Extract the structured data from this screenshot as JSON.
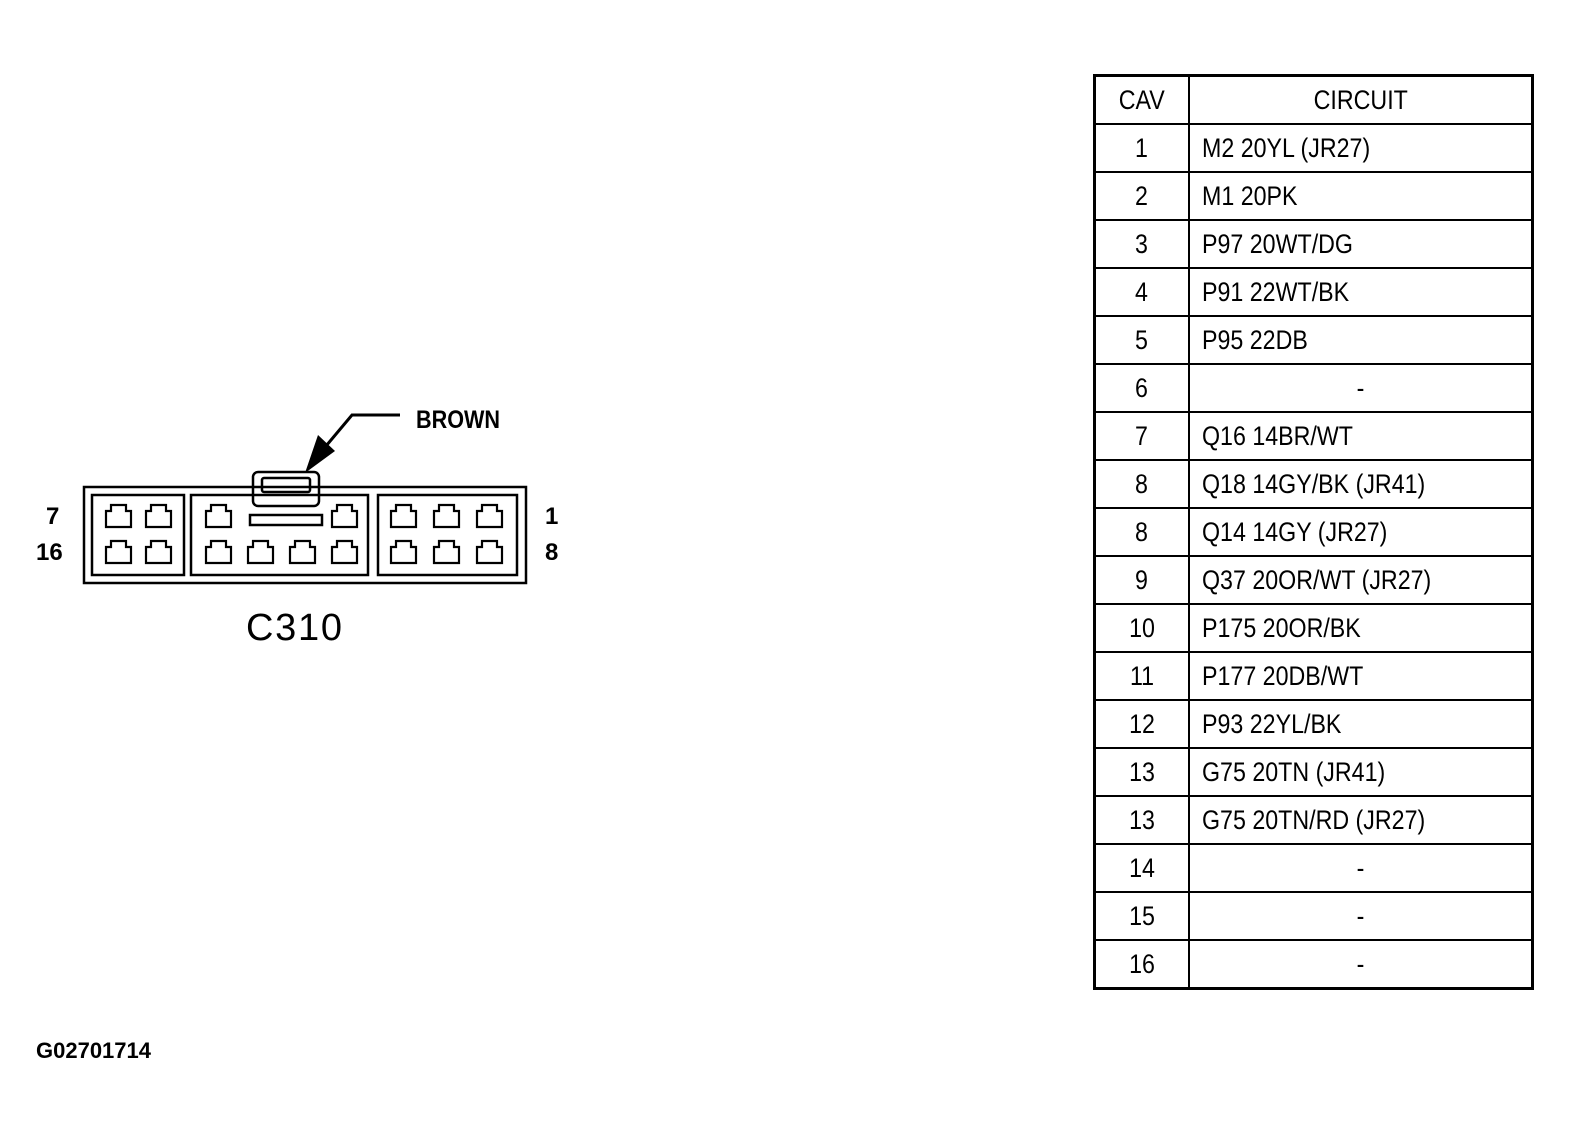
{
  "connector": {
    "name": "C310",
    "color_callout": "BROWN",
    "pin_labels": {
      "top_left": "7",
      "bottom_left": "16",
      "top_right": "1",
      "bottom_right": "8"
    }
  },
  "table": {
    "headers": {
      "cav": "CAV",
      "circuit": "CIRCUIT"
    },
    "rows": [
      {
        "cav": "1",
        "circuit": "M2 20YL (JR27)"
      },
      {
        "cav": "2",
        "circuit": "M1 20PK"
      },
      {
        "cav": "3",
        "circuit": "P97 20WT/DG"
      },
      {
        "cav": "4",
        "circuit": "P91 22WT/BK"
      },
      {
        "cav": "5",
        "circuit": "P95 22DB"
      },
      {
        "cav": "6",
        "circuit": "-"
      },
      {
        "cav": "7",
        "circuit": "Q16 14BR/WT"
      },
      {
        "cav": "8",
        "circuit": "Q18 14GY/BK (JR41)"
      },
      {
        "cav": "8",
        "circuit": "Q14 14GY (JR27)"
      },
      {
        "cav": "9",
        "circuit": "Q37 20OR/WT (JR27)"
      },
      {
        "cav": "10",
        "circuit": "P175 20OR/BK"
      },
      {
        "cav": "11",
        "circuit": "P177 20DB/WT"
      },
      {
        "cav": "12",
        "circuit": "P93 22YL/BK"
      },
      {
        "cav": "13",
        "circuit": "G75 20TN (JR41)"
      },
      {
        "cav": "13",
        "circuit": "G75 20TN/RD (JR27)"
      },
      {
        "cav": "14",
        "circuit": "-"
      },
      {
        "cav": "15",
        "circuit": "-"
      },
      {
        "cav": "16",
        "circuit": "-"
      }
    ]
  },
  "figure_id": "G02701714"
}
